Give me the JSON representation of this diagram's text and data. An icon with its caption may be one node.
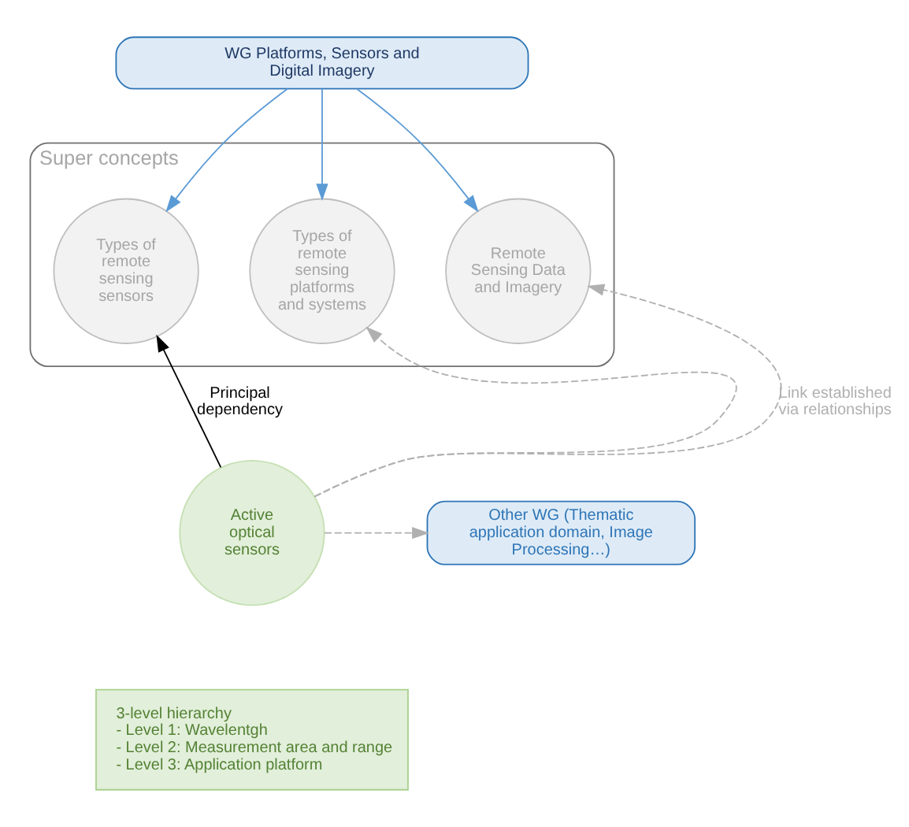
{
  "diagram": {
    "nodes": [
      {
        "text": [
          "WG Platforms, Sensors and Digital Imagery"
        ]
      },
      {
        "text": [
          "Super concepts"
        ]
      },
      {
        "text": [
          "Types of remote sensing sensors"
        ],
        "in": 1
      },
      {
        "text": [
          "Types of remote sensing platforms and systems"
        ],
        "in": 1
      },
      {
        "text": [
          "Remote Sensing Data and Imagery"
        ],
        "in": 1
      },
      {
        "text": [
          "Active optical sensors"
        ]
      },
      {
        "text": [
          "Other WG (Thematic application domain, Image Processing…)"
        ]
      },
      {
        "text": [
          "3-level hierarchy",
          "- Level 1: Wavelentgh",
          "- Level 2: Measurement area and range",
          "- Level 3: Application platform"
        ]
      }
    ],
    "edges": [
      {
        "from": 0,
        "to": 2,
        "arrow": "to",
        "color": "#5b9bd5"
      },
      {
        "from": 0,
        "to": 3,
        "arrow": "to",
        "color": "#5b9bd5"
      },
      {
        "from": 0,
        "to": 4,
        "arrow": "to",
        "color": "#5b9bd5"
      },
      {
        "from": 5,
        "to": 2,
        "arrow": "to",
        "label": "Principal dependency",
        "color": "#000000"
      },
      {
        "from": 5,
        "to": 3,
        "arrow": "to",
        "style": "dashed",
        "color": "#b0b0b0"
      },
      {
        "from": 5,
        "to": 4,
        "arrow": "to",
        "style": "dashed",
        "color": "#b0b0b0",
        "label": "Link established via relationships"
      },
      {
        "from": 5,
        "to": 6,
        "arrow": "to",
        "style": "dashed",
        "color": "#b0b0b0"
      }
    ]
  }
}
